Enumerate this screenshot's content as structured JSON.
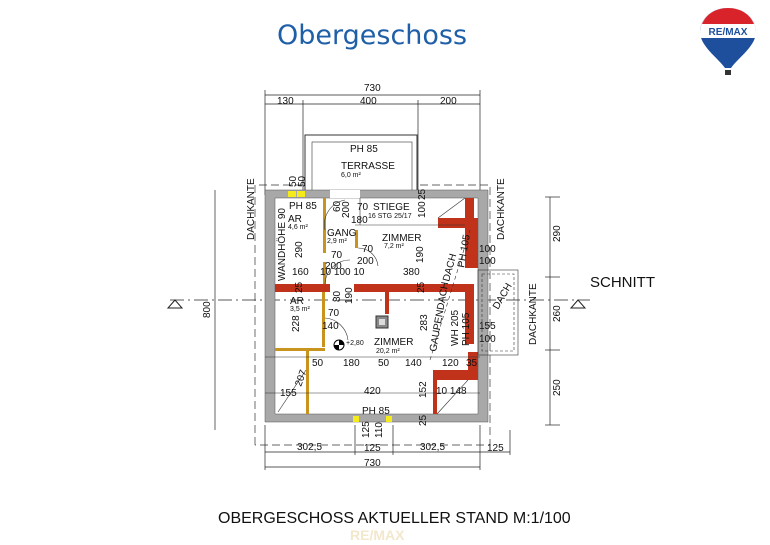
{
  "header": {
    "title": "Obergeschoss",
    "logo_text": "RE/MAX"
  },
  "caption": "OBERGESCHOSS AKTUELLER STAND  M:1/100",
  "watermark": "RE/MAX",
  "colors": {
    "title": "#1f5fa8",
    "wall_gray": "#a8a8a8",
    "wall_red": "#c0321a",
    "door_yellow": "#f5ea1a",
    "wood": "#c8941e"
  },
  "plan": {
    "dims_top": {
      "total": "730",
      "a": "130",
      "b": "400",
      "c": "200"
    },
    "dims_bottom": {
      "a": "302,5",
      "b": "125",
      "c": "302,5",
      "d": "125",
      "total": "730"
    },
    "dims_right": {
      "a": "290",
      "b": "260",
      "c": "250"
    },
    "dim_left": "800",
    "section": "SCHNITT",
    "dachkante": "DACHKANTE",
    "terrace": {
      "ph": "PH 85",
      "name": "TERRASSE",
      "area": "6,0 m²"
    },
    "rooms": [
      {
        "name": "AR",
        "area": "4,6 m²"
      },
      {
        "name": "GANG",
        "area": "2,9 m²"
      },
      {
        "name": "ZIMMER",
        "area": "7,2 m²"
      },
      {
        "name": "AR",
        "area": "3,5 m²"
      },
      {
        "name": "ZIMMER",
        "area": "20,2 m²"
      }
    ],
    "stairs": {
      "name": "STIEGE",
      "spec": "16 STG 25/17"
    },
    "level": "+2,80",
    "labels": {
      "ph85_a": "PH 85",
      "ph85_b": "PH 85",
      "wandhoehe": "WANDHÖHE 90",
      "gaupendach": "GAUPENDACH",
      "wh205": "WH 205",
      "ph105_a": "PH 105",
      "ph105_b": "PH 105",
      "dach_a": "DACH",
      "dach_b": "DACH"
    },
    "nums": [
      "50",
      "50",
      "290",
      "60",
      "200",
      "70",
      "180",
      "100",
      "25",
      "70",
      "70",
      "200",
      "200",
      "190",
      "160",
      "10 100 10",
      "380",
      "100",
      "100",
      "25",
      "25",
      "80",
      "190",
      "228",
      "70",
      "140",
      "283",
      "155",
      "100",
      "50",
      "180",
      "50",
      "140",
      "120",
      "35",
      "207",
      "155",
      "420",
      "152",
      "10 148",
      "25",
      "125",
      "110"
    ]
  }
}
